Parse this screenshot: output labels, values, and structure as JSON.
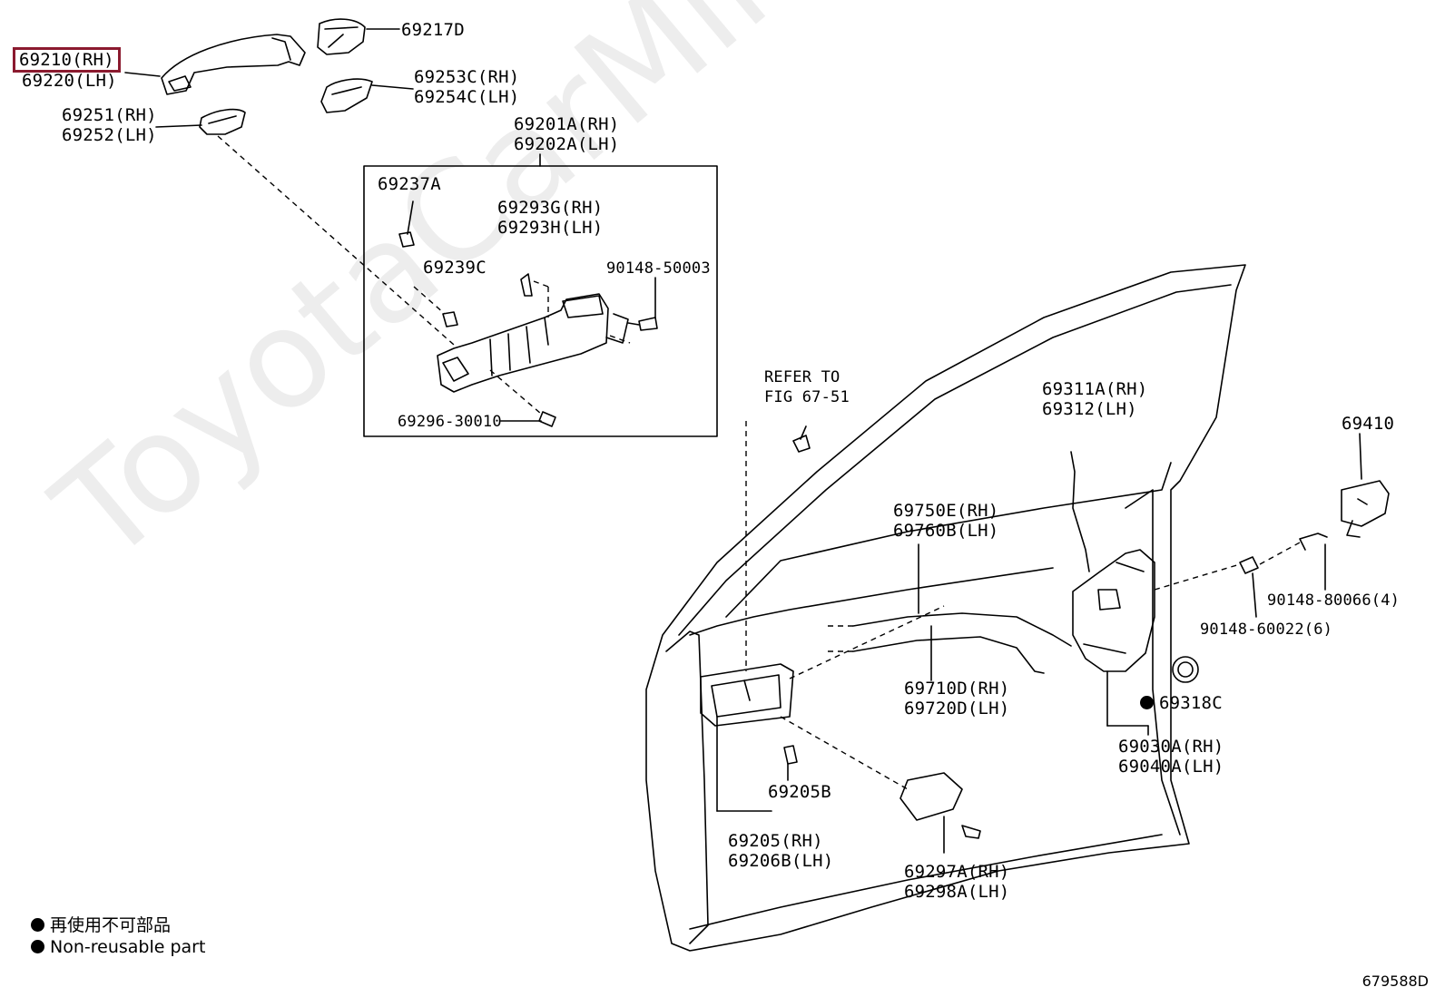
{
  "watermark": "ToyotaCarMine.ru",
  "highlight_color": "#8b1a2f",
  "figure_number": "679588D",
  "legend": {
    "jp": "再使用不可部品",
    "en": "Non-reusable part"
  },
  "labels": {
    "p69210": "69210(RH)",
    "p69220": "69220(LH)",
    "p69217D": "69217D",
    "p69253C": "69253C(RH)",
    "p69254C": "69254C(LH)",
    "p69251": "69251(RH)",
    "p69252": "69252(LH)",
    "p69201A": "69201A(RH)",
    "p69202A": "69202A(LH)",
    "p69237A": "69237A",
    "p69293G": "69293G(RH)",
    "p69293H": "69293H(LH)",
    "p69239C": "69239C",
    "p90148_50003": "90148-50003",
    "p69296": "69296-30010",
    "refer1": "REFER TO",
    "refer2": "FIG 67-51",
    "p69311A": "69311A(RH)",
    "p69312": "69312(LH)",
    "p69410": "69410",
    "p69750E": "69750E(RH)",
    "p69760B": "69760B(LH)",
    "p90148_80066": "90148-80066(4)",
    "p90148_60022": "90148-60022(6)",
    "p69710D": "69710D(RH)",
    "p69720D": "69720D(LH)",
    "p69318C": "69318C",
    "p69030A": "69030A(RH)",
    "p69040A": "69040A(LH)",
    "p69205B": "69205B",
    "p69205": "69205(RH)",
    "p69206B": "69206B(LH)",
    "p69297A": "69297A(RH)",
    "p69298A": "69298A(LH)"
  }
}
